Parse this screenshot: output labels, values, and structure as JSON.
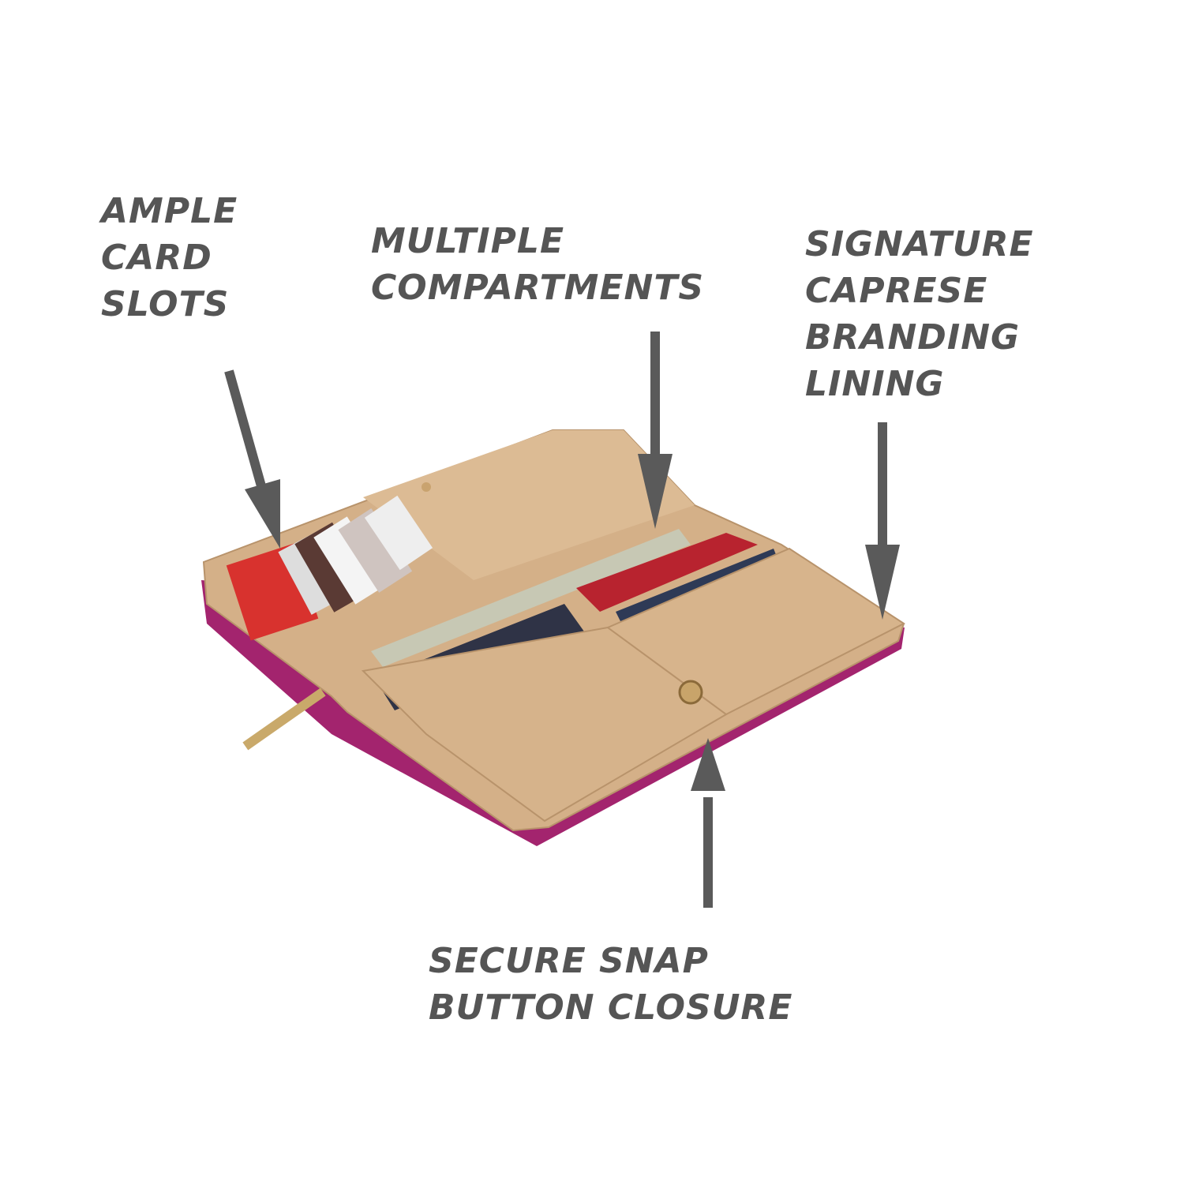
{
  "annotations": {
    "card_slots": [
      "AMPLE",
      "CARD",
      "SLOTS"
    ],
    "compartments": [
      "MULTIPLE",
      "COMPARTMENTS"
    ],
    "lining": [
      "SIGNATURE",
      "CAPRESE",
      "BRANDING",
      "LINING"
    ],
    "closure": [
      "SECURE SNAP",
      "BUTTON CLOSURE"
    ]
  },
  "colors": {
    "text": "#555555",
    "arrow": "#5a5a5a",
    "tan": "#d4b088",
    "magenta": "#a3246e"
  }
}
